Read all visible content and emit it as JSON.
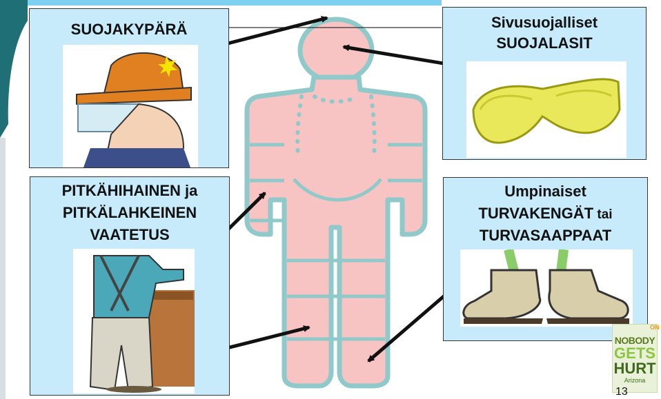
{
  "slide": {
    "page_number": "13"
  },
  "panels": {
    "helmet": {
      "title": "SUOJAKYPÄRÄ"
    },
    "glasses": {
      "line1": "Sivusuojalliset",
      "line2": "SUOJALASIT"
    },
    "clothing": {
      "line1": "PITKÄHIHAINEN ja",
      "line2": "PITKÄLAHKEINEN",
      "line3": "VAATETUS"
    },
    "shoes": {
      "line1": "Umpinaiset",
      "line2_main": "TURVAKENGÄT",
      "line2_tail": " tai",
      "line3": "TURVASAAPPAAT"
    }
  },
  "logo": {
    "line1": "NOBODY",
    "line2": "GETS",
    "line3": "HURT",
    "line4": "Arizona",
    "top_fragment": "ON"
  },
  "colors": {
    "panel_bg": "#c8ebfb",
    "body_fill": "#f7c3c3",
    "body_outline": "#8fc9c9",
    "arrow": "#111111"
  }
}
